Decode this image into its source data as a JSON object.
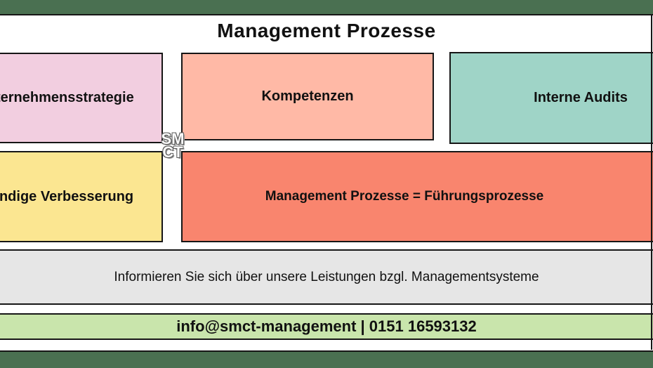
{
  "page": {
    "title": "Management Prozesse"
  },
  "colors": {
    "top_bar": "#4a7051",
    "bottom_bar": "#4a7051",
    "border": "#161616",
    "info_bar_bg": "#e6e6e6",
    "contact_bar_bg": "#c9e5ac"
  },
  "boxes": [
    {
      "id": "unternehmensstrategie",
      "label": "Unternehmensstrategie",
      "color": "#f2cee0"
    },
    {
      "id": "kompetenzen",
      "label": "Kompetenzen",
      "color": "#ffb9a6"
    },
    {
      "id": "interne-audits",
      "label": "Interne Audits",
      "color": "#9fd4c7"
    },
    {
      "id": "staendige-verbesserung",
      "label": "Ständige Verbesserung",
      "color": "#fbe691"
    },
    {
      "id": "management-fuehrungsprozesse",
      "label": "Management Prozesse = Führungsprozesse",
      "color": "#f9856e"
    }
  ],
  "watermark": {
    "line1": "SM",
    "line2": "CT"
  },
  "info_bar": {
    "text": "Informieren Sie sich über unsere Leistungen bzgl. Managementsysteme"
  },
  "contact_bar": {
    "text": "info@smct-management | 0151 16593132"
  }
}
